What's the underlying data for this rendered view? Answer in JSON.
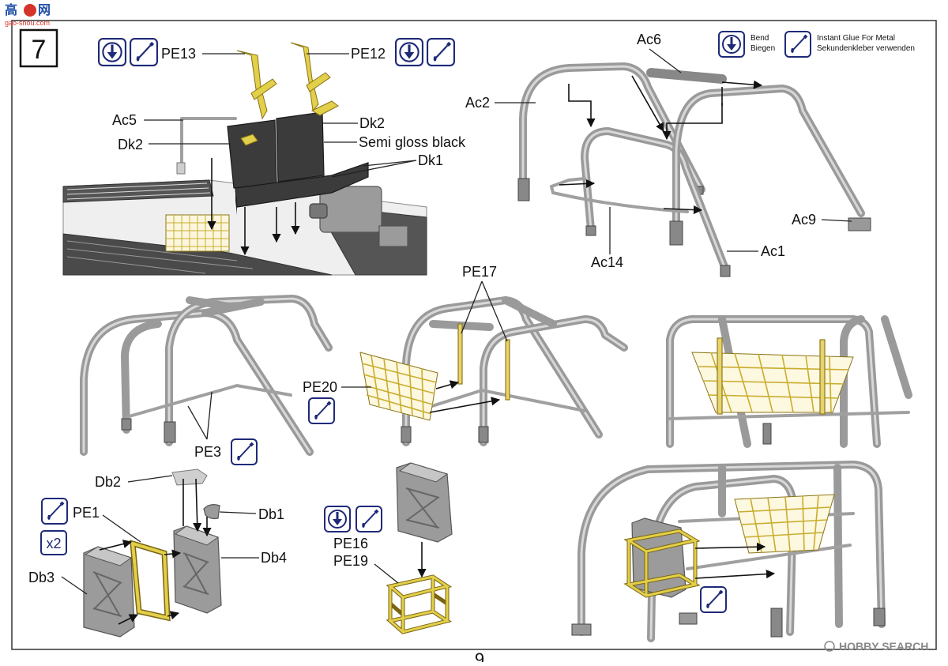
{
  "watermark_top": "gao-shou.com",
  "watermark_bottom": "HOBBY SEARCH",
  "step_number": "7",
  "page_number": "9",
  "legend": [
    {
      "icon": "bend-icon",
      "line1": "Bend",
      "line2": "Biegen"
    },
    {
      "icon": "glue-icon",
      "line1": "Instant Glue For Metal",
      "line2": "Sekundenkleber verwenden"
    }
  ],
  "labels": {
    "pe13": "PE13",
    "pe12": "PE12",
    "ac5": "Ac5",
    "dk2a": "Dk2",
    "dk2b": "Dk2",
    "semi": "Semi gloss black",
    "dk1": "Dk1",
    "ac6": "Ac6",
    "ac2": "Ac2",
    "ac9": "Ac9",
    "ac14": "Ac14",
    "ac1": "Ac1",
    "pe17": "PE17",
    "pe20": "PE20",
    "pe3": "PE3",
    "db2": "Db2",
    "pe1": "PE1",
    "db1": "Db1",
    "x2": "x2",
    "db3": "Db3",
    "db4": "Db4",
    "pe16": "PE16",
    "pe19": "PE19"
  }
}
